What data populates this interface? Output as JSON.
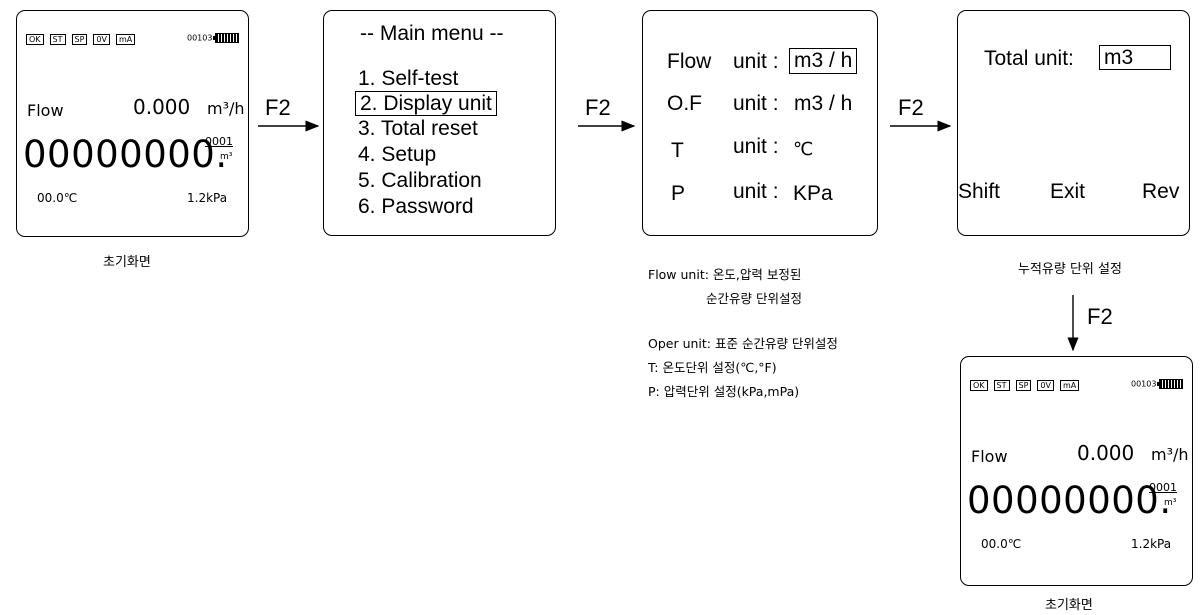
{
  "initial_screen": {
    "indicators": [
      "OK",
      "ST",
      "SP",
      "0V",
      "mA"
    ],
    "code": "00103",
    "flow_label": "Flow",
    "flow_value": "0.000",
    "flow_unit": "m³/h",
    "total": "00000000.",
    "total_factor": "0001",
    "total_unit": "m³",
    "temperature": "00.0℃",
    "pressure": "1.2kPa",
    "caption": "초기화면"
  },
  "arrows": {
    "label": "F2"
  },
  "main_menu": {
    "title": "-- Main menu --",
    "items": [
      "1. Self-test",
      "2. Display unit",
      "3. Total reset",
      "4. Setup",
      "5. Calibration",
      "6. Password"
    ],
    "selected_index": 1
  },
  "unit_screen": {
    "rows": [
      {
        "name": "Flow",
        "unit_label": "unit :",
        "value": "m3 / h"
      },
      {
        "name": "O.F",
        "unit_label": "unit :",
        "value": "m3 / h"
      },
      {
        "name": "T",
        "unit_label": "unit :",
        "value": "℃"
      },
      {
        "name": "P",
        "unit_label": "unit :",
        "value": "KPa"
      }
    ],
    "notes": [
      "Flow unit: 온도,압력 보정된",
      "순간유량 단위설정",
      "Oper unit: 표준 순간유량 단위설정",
      "T: 온도단위 설정(℃,°F)",
      "P: 압력단위 설정(kPa,mPa)"
    ]
  },
  "total_screen": {
    "label": "Total unit:",
    "value": "m3",
    "softkeys": [
      "Shift",
      "Exit",
      "Rev"
    ],
    "caption": "누적유량 단위 설정"
  }
}
